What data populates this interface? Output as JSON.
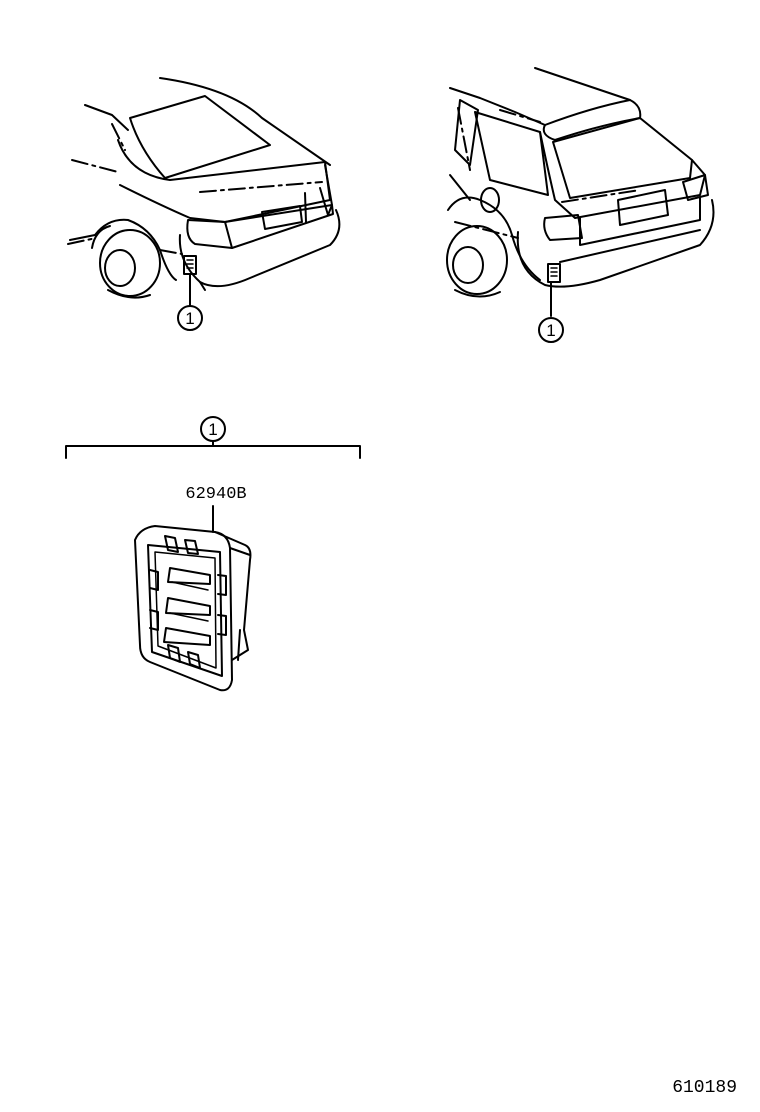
{
  "callouts": {
    "sedan": "1",
    "wagon": "1",
    "group": "1"
  },
  "part": {
    "number": "62940B",
    "icon": "air-outlet-vent-icon"
  },
  "views": {
    "sedan_icon": "sedan-rear-view-icon",
    "wagon_icon": "wagon-rear-view-icon"
  },
  "figure_id": "610189",
  "colors": {
    "ink": "#000000",
    "paper": "#ffffff"
  }
}
